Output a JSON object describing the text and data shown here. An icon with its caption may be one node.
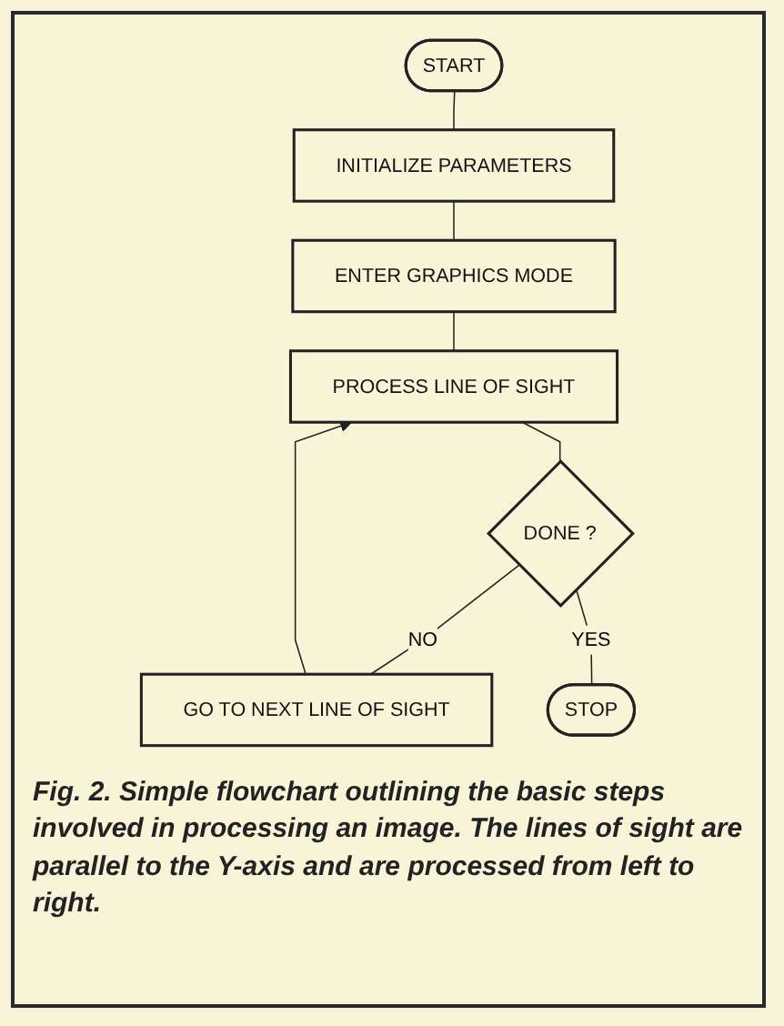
{
  "diagram": {
    "caption": "Fig. 2. Simple flowchart outlining the basic steps involved in processing an image. The lines of sight are parallel to the Y-axis and are processed from left to right.",
    "nodes": [
      {
        "text": [
          "START"
        ]
      },
      {
        "text": [
          "INITIALIZE PARAMETERS"
        ]
      },
      {
        "text": [
          "ENTER GRAPHICS MODE"
        ]
      },
      {
        "text": [
          "PROCESS LINE OF SIGHT"
        ]
      },
      {
        "text": [
          "GO TO NEXT LINE OF SIGHT"
        ]
      },
      {
        "text": [
          "DONE ?"
        ]
      },
      {
        "text": [
          "STOP"
        ]
      }
    ],
    "edges": [
      {
        "from": 0,
        "to": 1,
        "arrow": "none"
      },
      {
        "from": 1,
        "to": 2,
        "arrow": "none"
      },
      {
        "from": 2,
        "to": 3,
        "arrow": "none"
      },
      {
        "from": 4,
        "to": 3,
        "arrow": "to"
      },
      {
        "from": 3,
        "to": 5,
        "arrow": "none"
      },
      {
        "from": 5,
        "to": 4,
        "label": "NO",
        "arrow": "none"
      },
      {
        "from": 5,
        "to": 6,
        "label": "YES",
        "arrow": "none"
      }
    ]
  }
}
